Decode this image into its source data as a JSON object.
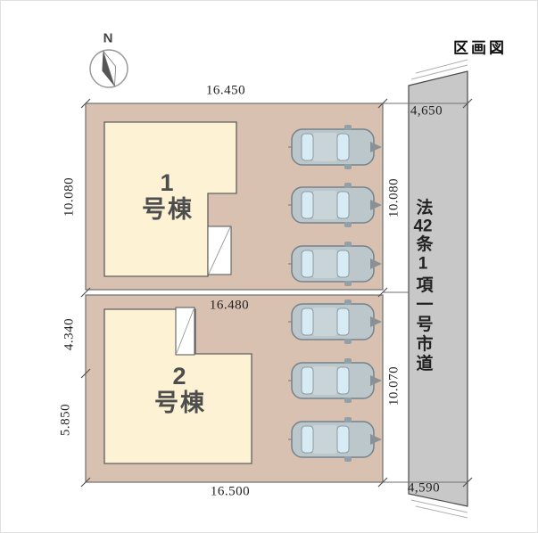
{
  "title": "区画図",
  "compass": {
    "north": "N"
  },
  "road": {
    "label_prefix": "法",
    "label_number": "42",
    "label_suffix": "条1項一号市道"
  },
  "buildings": {
    "b1": {
      "number": "1",
      "suffix": "号棟"
    },
    "b2": {
      "number": "2",
      "suffix": "号棟"
    }
  },
  "dimensions": {
    "top_width": "16.450",
    "road_top_width": "4,650",
    "plot1_left_height": "10.080",
    "plot1_right_height": "10.080",
    "middle_width": "16.480",
    "plot2_left_upper": "4.340",
    "plot2_left_lower": "5.850",
    "plot2_right_height": "10.070",
    "bottom_width": "16.500",
    "road_bottom_width": "4,590"
  },
  "colors": {
    "land": "#d9c1b2",
    "building": "#fdf3d4",
    "road": "#c8c8c8",
    "car_body": "#bcc7cc",
    "car_glass": "#d6ebf4"
  }
}
